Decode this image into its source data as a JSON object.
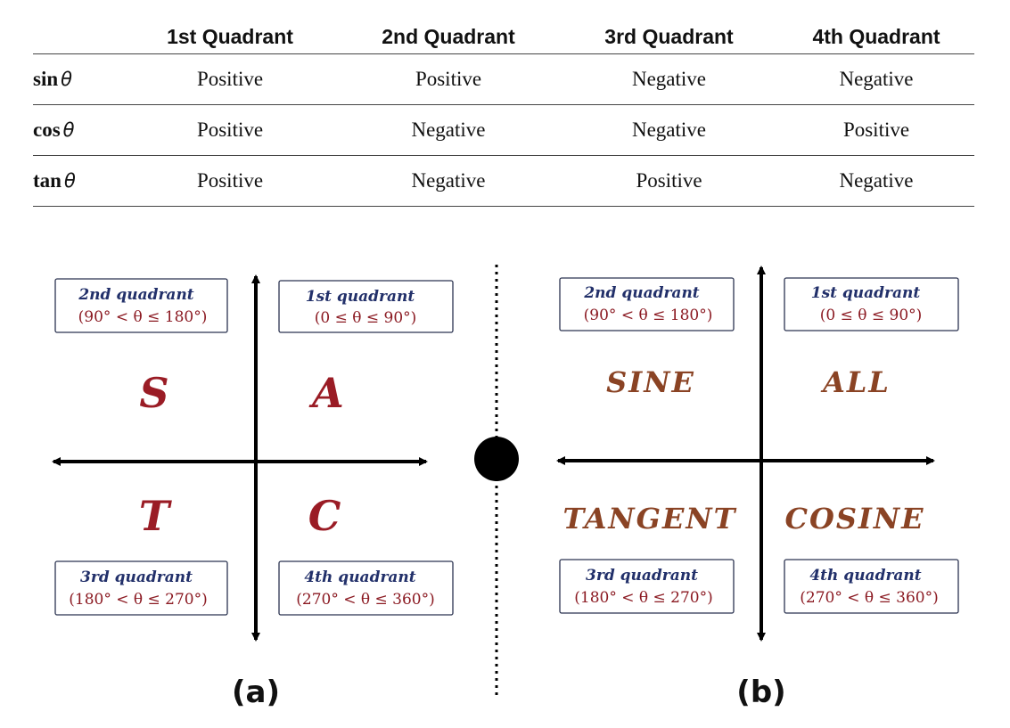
{
  "table": {
    "headers": [
      "1st Quadrant",
      "2nd Quadrant",
      "3rd Quadrant",
      "4th Quadrant"
    ],
    "theta_symbol": "θ",
    "rows": [
      {
        "fn": "sin",
        "cells": [
          "Positive",
          "Positive",
          "Negative",
          "Negative"
        ]
      },
      {
        "fn": "cos",
        "cells": [
          "Positive",
          "Negative",
          "Negative",
          "Positive"
        ]
      },
      {
        "fn": "tan",
        "cells": [
          "Positive",
          "Negative",
          "Positive",
          "Negative"
        ]
      }
    ]
  },
  "quadrants": {
    "q1": {
      "name": "1st quadrant",
      "range": "(0 ≤ θ ≤ 90°)"
    },
    "q2": {
      "name": "2nd quadrant",
      "range": "(90° < θ ≤ 180°)"
    },
    "q3": {
      "name": "3rd quadrant",
      "range": "(180° < θ ≤ 270°)"
    },
    "q4": {
      "name": "4th quadrant",
      "range": "(270° < θ ≤ 360°)"
    }
  },
  "panel_a": {
    "caption": "(a)",
    "letters": {
      "q2": "S",
      "q1": "A",
      "q3": "T",
      "q4": "C"
    }
  },
  "panel_b": {
    "caption": "(b)",
    "words": {
      "q2": "SINE",
      "q1": "ALL",
      "q3": "TANGENT",
      "q4": "COSINE"
    }
  },
  "colors": {
    "quadrant_name": "#22306a",
    "range_text": "#8b1a22",
    "letters": "#9a1c25",
    "words": "#8a4324",
    "axes": "#000000"
  }
}
